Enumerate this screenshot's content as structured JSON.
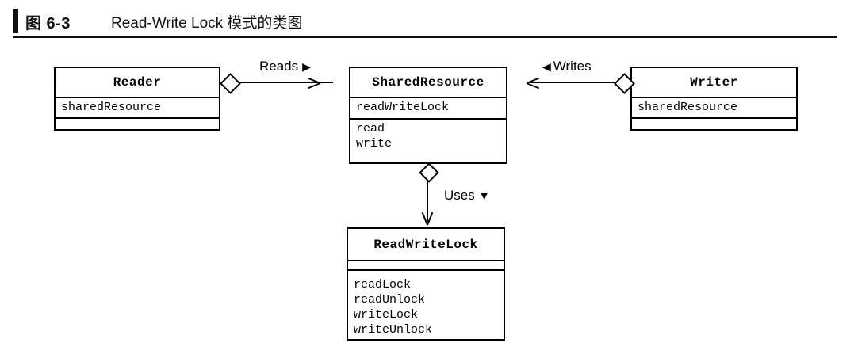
{
  "figure": {
    "number": "图 6-3",
    "title": "Read-Write Lock 模式的类图"
  },
  "diagram": {
    "type": "uml-class-diagram",
    "classes": [
      {
        "id": "reader",
        "name": "Reader",
        "attributes": [
          "sharedResource"
        ],
        "operations": []
      },
      {
        "id": "sharedresource",
        "name": "SharedResource",
        "attributes": [
          "readWriteLock"
        ],
        "operations": [
          "read",
          "write"
        ]
      },
      {
        "id": "writer",
        "name": "Writer",
        "attributes": [
          "sharedResource"
        ],
        "operations": []
      },
      {
        "id": "readwritelock",
        "name": "ReadWriteLock",
        "attributes": [],
        "operations": [
          "readLock",
          "readUnlock",
          "writeLock",
          "writeUnlock"
        ]
      }
    ],
    "relationships": [
      {
        "id": "reads",
        "label": "Reads",
        "direction_glyph": "▶",
        "from": "Reader",
        "to": "SharedResource",
        "kind": "aggregation"
      },
      {
        "id": "writes",
        "label": "Writes",
        "direction_glyph": "◀",
        "from": "Writer",
        "to": "SharedResource",
        "kind": "aggregation"
      },
      {
        "id": "uses",
        "label": "Uses",
        "direction_glyph": "▼",
        "from": "SharedResource",
        "to": "ReadWriteLock",
        "kind": "aggregation"
      }
    ]
  },
  "colors": {
    "ink": "#000000",
    "paper": "#ffffff"
  }
}
